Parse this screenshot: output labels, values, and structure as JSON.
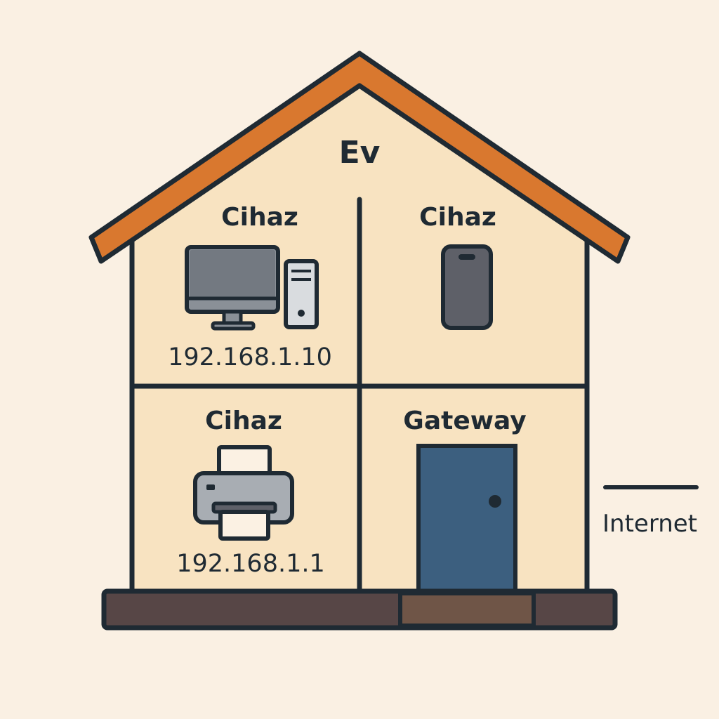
{
  "house": {
    "title": "Ev"
  },
  "rooms": [
    {
      "id": "top-left",
      "label": "Cihaz",
      "device": "desktop-computer",
      "ip": "192.168.1.10"
    },
    {
      "id": "top-right",
      "label": "Cihaz",
      "device": "smartphone",
      "ip": ""
    },
    {
      "id": "bottom-left",
      "label": "Cihaz",
      "device": "printer",
      "ip": "192.168.1.1"
    },
    {
      "id": "bottom-right",
      "label": "Gateway",
      "device": "door",
      "ip": ""
    }
  ],
  "external": {
    "label": "Internet"
  },
  "colors": {
    "background": "#faf0e3",
    "wall": "#f8e3c1",
    "roof": "#d9782f",
    "outline": "#1f2a33",
    "door": "#3c5f7f",
    "device_gray": "#8a9097",
    "phone": "#5e6068",
    "foundation": "#574646",
    "foundation_step": "#6f5547"
  }
}
